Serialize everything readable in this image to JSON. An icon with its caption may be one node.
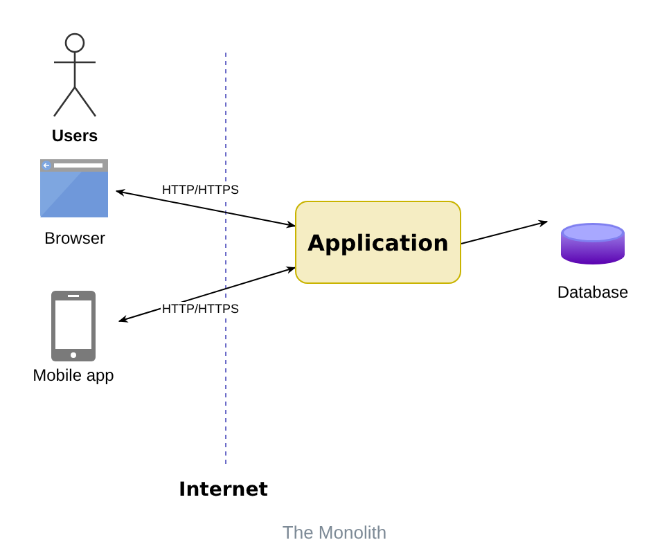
{
  "diagram": {
    "caption": "The Monolith",
    "nodes": [
      {
        "text": [
          "Users"
        ]
      },
      {
        "text": [
          "Browser"
        ]
      },
      {
        "text": [
          "Mobile app"
        ]
      },
      {
        "text": [
          "Application"
        ]
      },
      {
        "text": [
          "Database"
        ]
      }
    ],
    "edges": [
      {
        "from": 1,
        "to": 3,
        "arrow": "both",
        "label": "HTTP/HTTPS"
      },
      {
        "from": 2,
        "to": 3,
        "arrow": "both",
        "label": "HTTP/HTTPS"
      },
      {
        "from": 3,
        "to": 4,
        "arrow": "to"
      }
    ],
    "labels": [
      "Internet"
    ]
  }
}
